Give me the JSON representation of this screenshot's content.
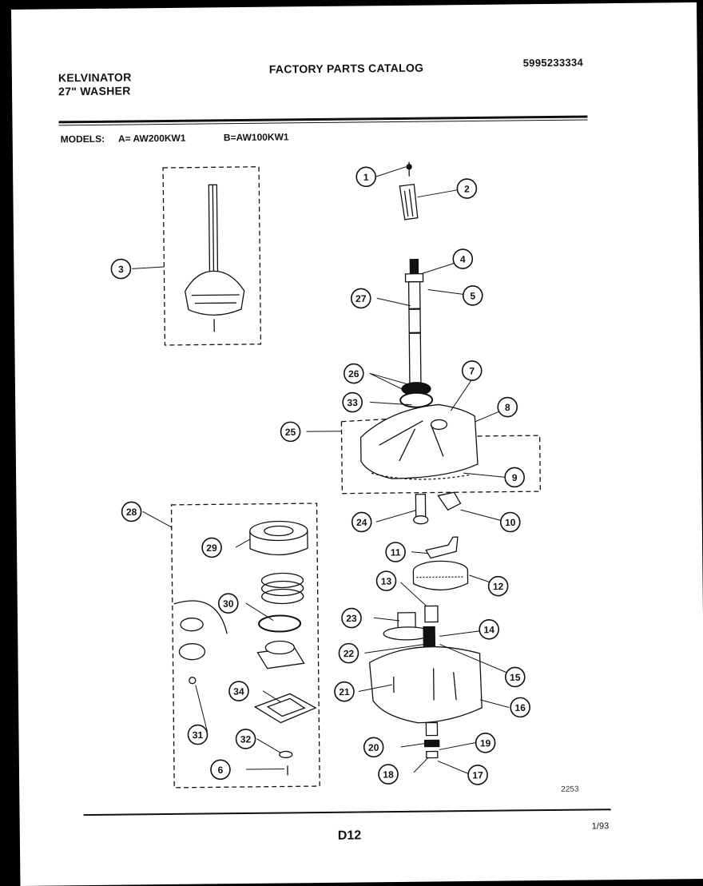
{
  "header": {
    "brand_line1": "KELVINATOR",
    "brand_line2": "27\" WASHER",
    "title": "FACTORY PARTS CATALOG",
    "part_number": "5995233334"
  },
  "models": {
    "label": "MODELS:",
    "a": "A= AW200KW1",
    "b": "B=AW100KW1"
  },
  "callouts": [
    "1",
    "2",
    "3",
    "4",
    "5",
    "27",
    "26",
    "7",
    "33",
    "8",
    "25",
    "9",
    "28",
    "24",
    "10",
    "29",
    "11",
    "12",
    "13",
    "30",
    "23",
    "14",
    "22",
    "15",
    "21",
    "16",
    "34",
    "31",
    "32",
    "20",
    "19",
    "6",
    "18",
    "17"
  ],
  "footer": {
    "drawing_no": "2253",
    "page_code": "D12",
    "date": "1/93"
  },
  "colors": {
    "ink": "#111111",
    "paper": "#ffffff",
    "background": "#000000"
  }
}
